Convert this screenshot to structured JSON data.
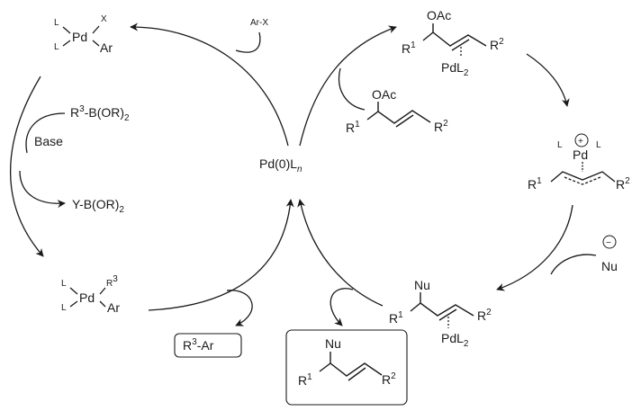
{
  "catalyst": {
    "text": "Pd(0)L",
    "sub": "n"
  },
  "suzuki": {
    "oxidative_addition_reagent": "Ar-X",
    "pd_complex_1": {
      "top_left": "L",
      "bottom_left": "L",
      "metal": "Pd",
      "top_right": "X",
      "bottom_right": "Ar"
    },
    "boron_reagent": {
      "prefix": "R",
      "sup": "3",
      "suffix": "-B(OR)",
      "sub": "2"
    },
    "base": "Base",
    "boron_byproduct": {
      "prefix": "Y-B(OR)",
      "sub": "2"
    },
    "pd_complex_2": {
      "top_left": "L",
      "bottom_left": "L",
      "metal": "Pd",
      "top_right_base": "R",
      "top_right_sup": "3",
      "bottom_right": "Ar"
    },
    "product": {
      "prefix": "R",
      "sup": "3",
      "suffix": "-Ar"
    }
  },
  "tsuji_trost": {
    "allyl_acetate": {
      "group": "OAc",
      "left": "R",
      "left_sup": "1",
      "right": "R",
      "right_sup": "2"
    },
    "pi_complex": {
      "group": "OAc",
      "left": "R",
      "left_sup": "1",
      "right": "R",
      "right_sup": "2",
      "pd": "PdL",
      "pd_sub": "2"
    },
    "pi_allyl": {
      "left_l": "L",
      "right_l": "L",
      "metal": "Pd",
      "charge": "+",
      "left": "R",
      "left_sup": "1",
      "right": "R",
      "right_sup": "2"
    },
    "nucleophile": {
      "text": "Nu",
      "charge": "−"
    },
    "nu_complex": {
      "group": "Nu",
      "left": "R",
      "left_sup": "1",
      "right": "R",
      "right_sup": "2",
      "pd": "PdL",
      "pd_sub": "2"
    },
    "product": {
      "group": "Nu",
      "left": "R",
      "left_sup": "1",
      "right": "R",
      "right_sup": "2"
    }
  }
}
